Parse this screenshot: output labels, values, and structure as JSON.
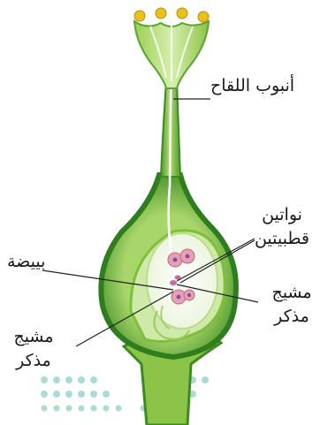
{
  "labels": {
    "pollen_tube": "أنبوب اللقاح",
    "polar_nuclei": "نواتين قطبيتين",
    "egg_cell": "بييضة",
    "male_gamete_right": "مشيج مذكر",
    "male_gamete_left": "مشيج مذكر"
  },
  "colors": {
    "outer_green": "#2e7d1e",
    "mid_green": "#7fbf3a",
    "light_green": "#c9e89a",
    "pale_green": "#eaf6d8",
    "stigma_yellow": "#e8c21a",
    "nucleus_pink": "#e8a0b0",
    "nucleus_purple": "#7a4ea0",
    "watermark_teal": "#8fd0c8"
  }
}
